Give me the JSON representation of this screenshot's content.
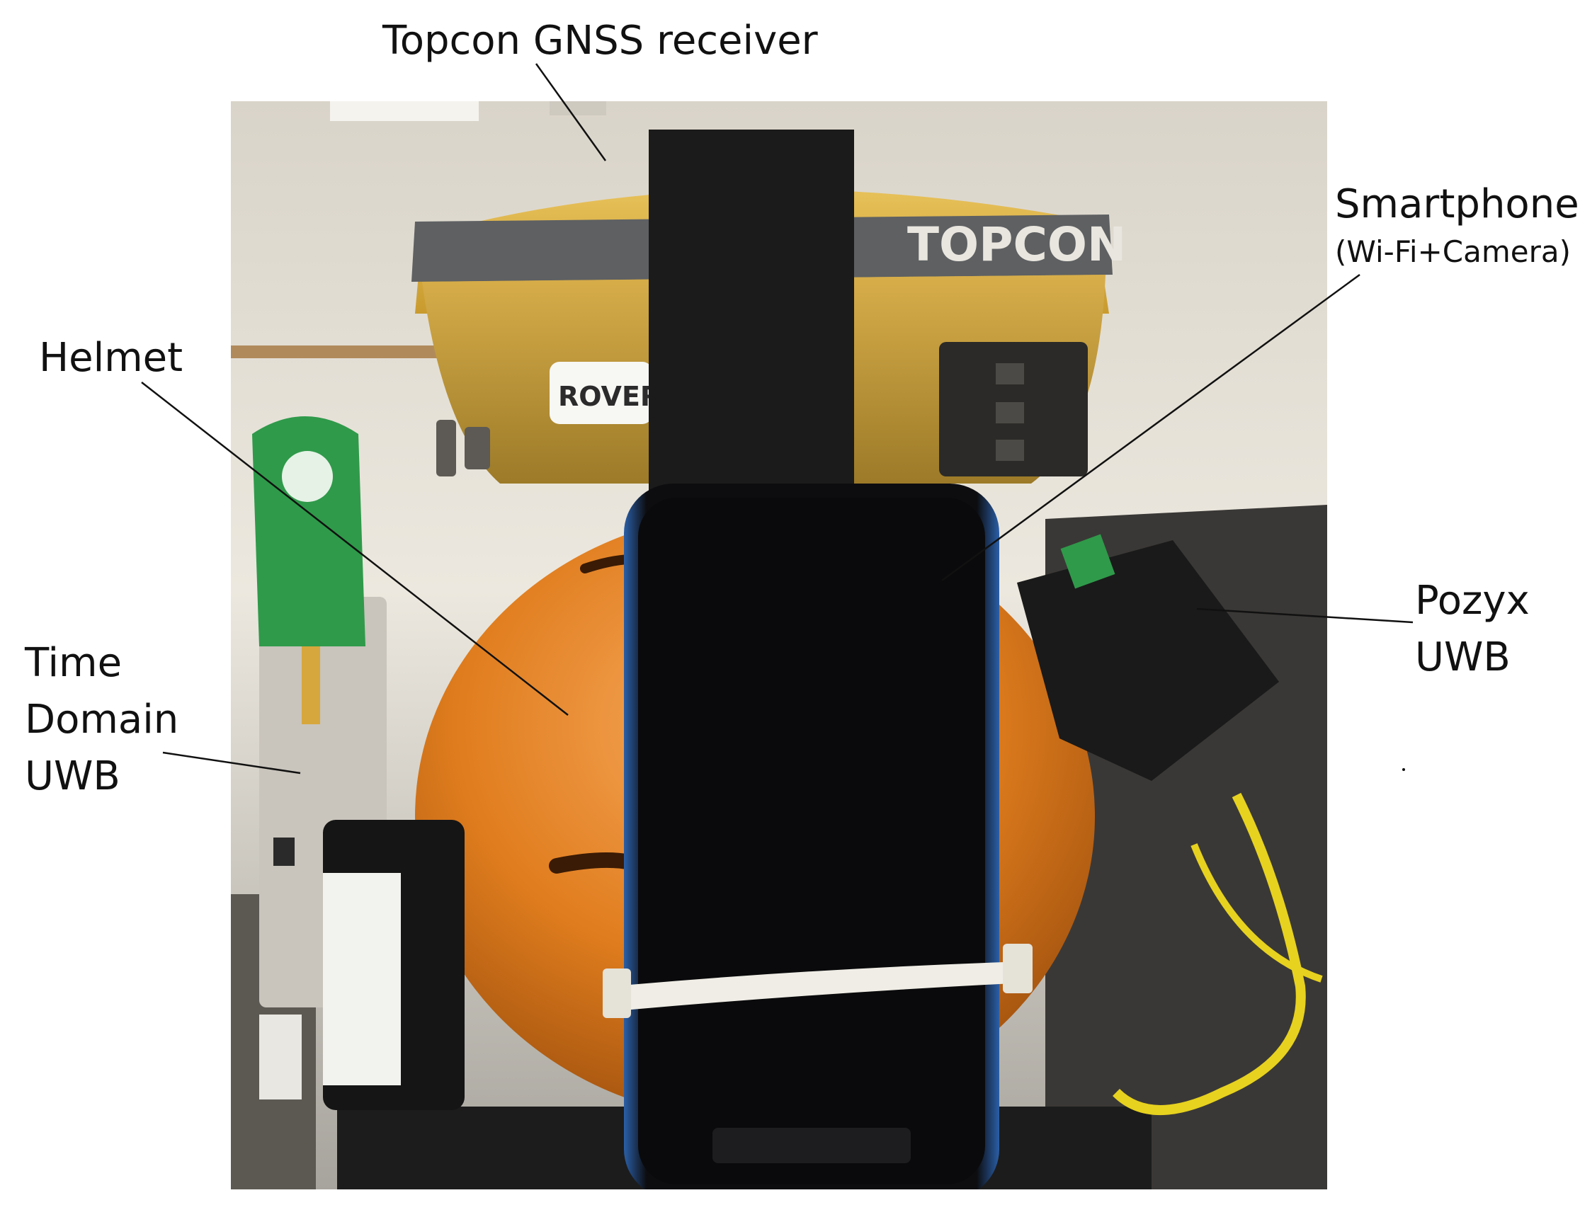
{
  "labels": {
    "gnss": "Topcon GNSS receiver",
    "smartphone_title": "Smartphone",
    "smartphone_sub": "(Wi-Fi+Camera)",
    "helmet": "Helmet",
    "time_domain_1": "Time",
    "time_domain_2": "Domain",
    "time_domain_3": "UWB",
    "pozyx_1": "Pozyx",
    "pozyx_2": "UWB"
  },
  "photo_text": {
    "brand": "TOPCON",
    "sticker": "ROVER"
  },
  "colors": {
    "helmet_orange": "#e07d1e",
    "receiver_yellow": "#d9a83a",
    "receiver_grey": "#5e6062",
    "tape_black": "#1b1b1b",
    "phone_blue": "#2a5fa8",
    "antenna_green": "#2f9a4a",
    "cable_yellow": "#e7d21f"
  }
}
